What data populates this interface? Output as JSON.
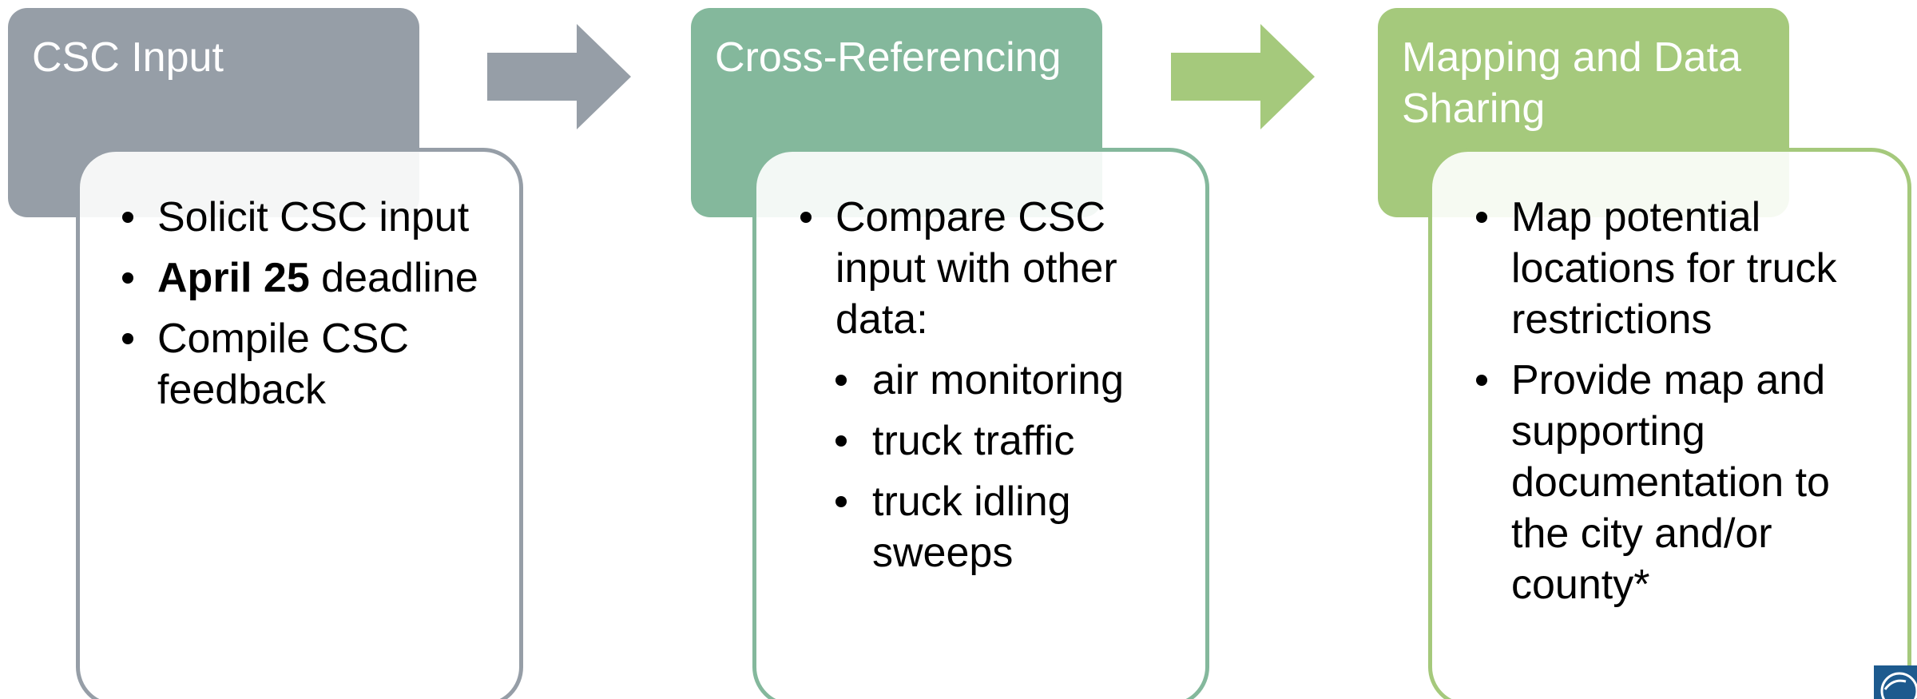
{
  "colors": {
    "stage1": "#969ea7",
    "stage2": "#84b89c",
    "stage3": "#a5c97c",
    "arrow1": "#969ea7",
    "arrow2": "#a5c97c",
    "logo": "#1d5a8e"
  },
  "stages": [
    {
      "title": "CSC Input",
      "bullets": [
        {
          "text": "Solicit CSC input"
        },
        {
          "bold": "April 25",
          "rest": " deadline"
        },
        {
          "text": "Compile CSC feedback"
        }
      ]
    },
    {
      "title": "Cross-Referencing",
      "bullets": [
        {
          "text": "Compare CSC input with other data:"
        }
      ],
      "sub_bullets": [
        {
          "text": "air monitoring"
        },
        {
          "text": "truck traffic"
        },
        {
          "text": "truck idling sweeps"
        }
      ]
    },
    {
      "title": "Mapping and Data Sharing",
      "bullets": [
        {
          "text": "Map potential locations for truck restrictions"
        },
        {
          "text": "Provide map and supporting documentation to the city and/or county*"
        }
      ]
    }
  ],
  "icons": {
    "arrow": "right-arrow-icon",
    "logo": "agency-logo-icon"
  }
}
